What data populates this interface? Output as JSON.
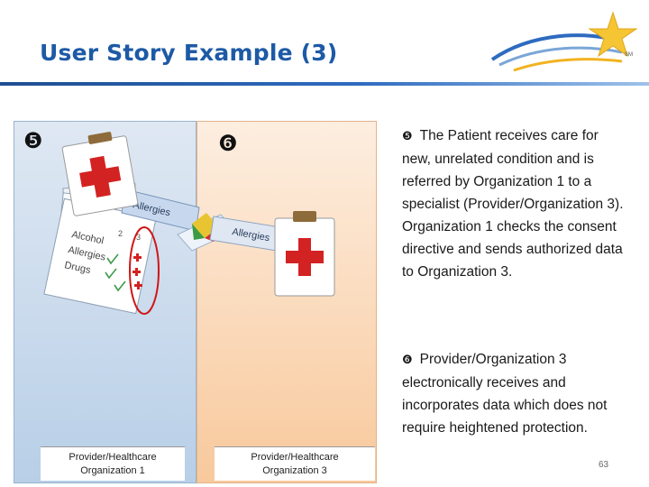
{
  "slide": {
    "title": "User Story Example (3)",
    "page_number": "63",
    "trademark": "SM"
  },
  "panels": [
    {
      "step": "❺",
      "label_line1": "Provider/Healthcare",
      "label_line2": "Organization 1"
    },
    {
      "step": "❻",
      "label_line1": "Provider/Healthcare",
      "label_line2": "Organization 3"
    }
  ],
  "illustration": {
    "folder_tab": "Allergies",
    "passing_tab": "Allergies",
    "list_items": [
      "Alcohol",
      "Allergies",
      "Drugs"
    ],
    "column_markers": [
      "2",
      "3"
    ]
  },
  "notes": [
    {
      "bullet": "❺",
      "text": "The Patient receives care for new, unrelated condition and is referred by Organization 1 to a specialist (Provider/Organization 3). Organization 1 checks the consent directive and sends authorized data to Organization 3."
    },
    {
      "bullet": "❻",
      "text": "Provider/Organization 3 electronically receives and incorporates data which does not require heightened protection."
    }
  ],
  "colors": {
    "title": "#1d5aa6",
    "panel_org1": "#c5d7ec",
    "panel_org3": "#fbd9b8",
    "cross_red": "#d32222",
    "highlight_oval": "#d01616"
  }
}
